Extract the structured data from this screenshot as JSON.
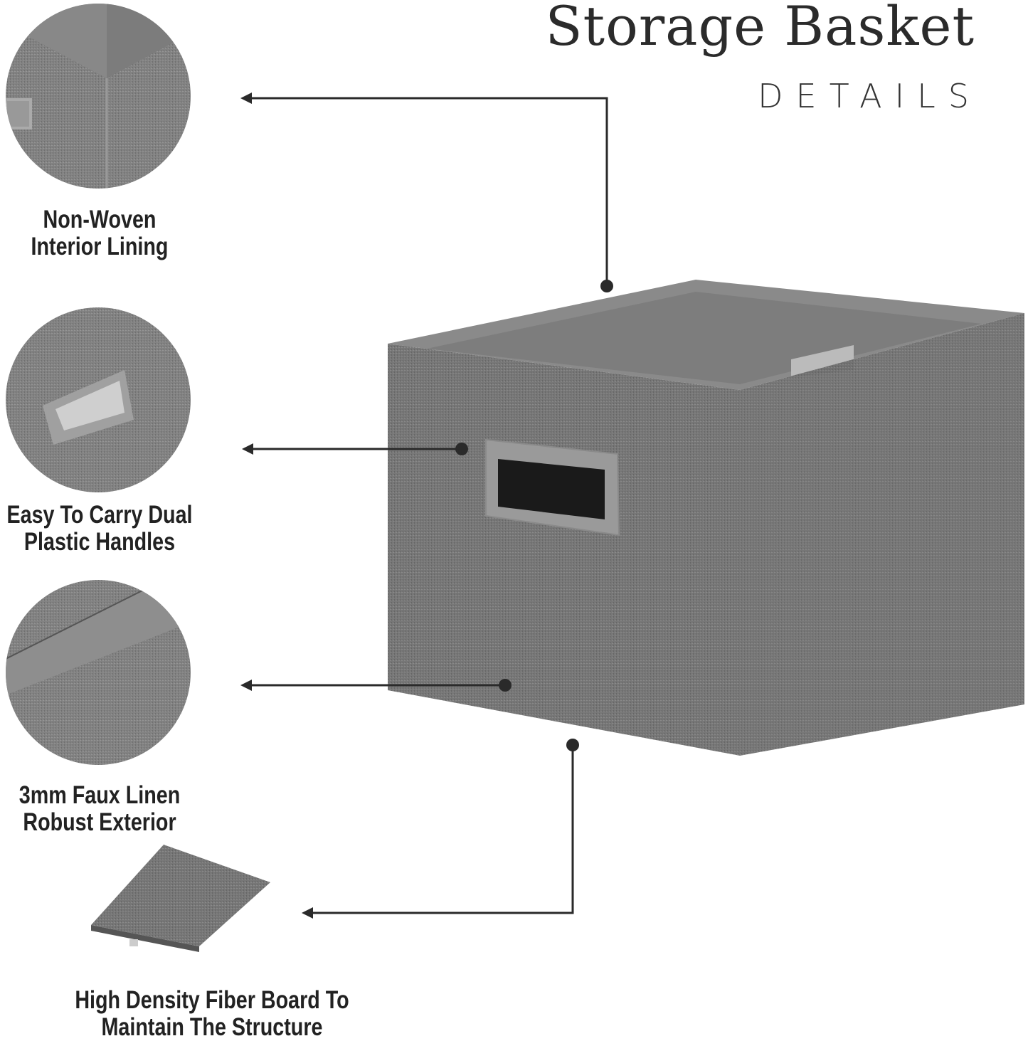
{
  "header": {
    "title": "Storage Basket",
    "subtitle": "DETAILS"
  },
  "features": [
    {
      "line1": "Non-Woven",
      "line2": "Interior Lining",
      "icon": "interior-corner-closeup"
    },
    {
      "line1": "Easy To Carry Dual",
      "line2": "Plastic Handles",
      "icon": "handle-closeup"
    },
    {
      "line1": "3mm Faux Linen",
      "line2": "Robust Exterior",
      "icon": "linen-edge-closeup"
    },
    {
      "line1": "High Density Fiber Board To",
      "line2": "Maintain The Structure",
      "icon": "fiber-board"
    }
  ],
  "colors": {
    "fabric": "#7a7a7a",
    "fabric_dark": "#5e5e5e",
    "interior": "#8c8c8c",
    "line": "#2a2a2a",
    "text": "#222222"
  }
}
